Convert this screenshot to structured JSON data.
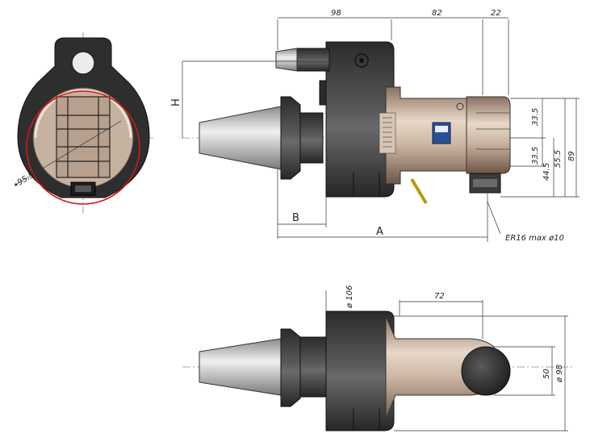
{
  "front_view": {
    "diameter_label": "95.5"
  },
  "side_view": {
    "dims": {
      "d98": "98",
      "d82": "82",
      "d22": "22",
      "d33_5a": "33.5",
      "d33_5b": "33.5",
      "d44_5": "44.5",
      "d55_5": "55.5",
      "d89": "89"
    },
    "labels": {
      "h": "H",
      "b": "B",
      "a": "A",
      "collet": "ER16  max  ø10"
    }
  },
  "top_view": {
    "dims": {
      "d106": "ø 106",
      "d72": "72",
      "d50": "50",
      "d98": "ø 98"
    }
  },
  "colors": {
    "body_dark": "#3a3a3a",
    "body_bronze": "#c9b3a0",
    "cone_gray": "#bdbdbd",
    "red_circle": "#d01818",
    "label_blue": "#2a4f9a"
  }
}
